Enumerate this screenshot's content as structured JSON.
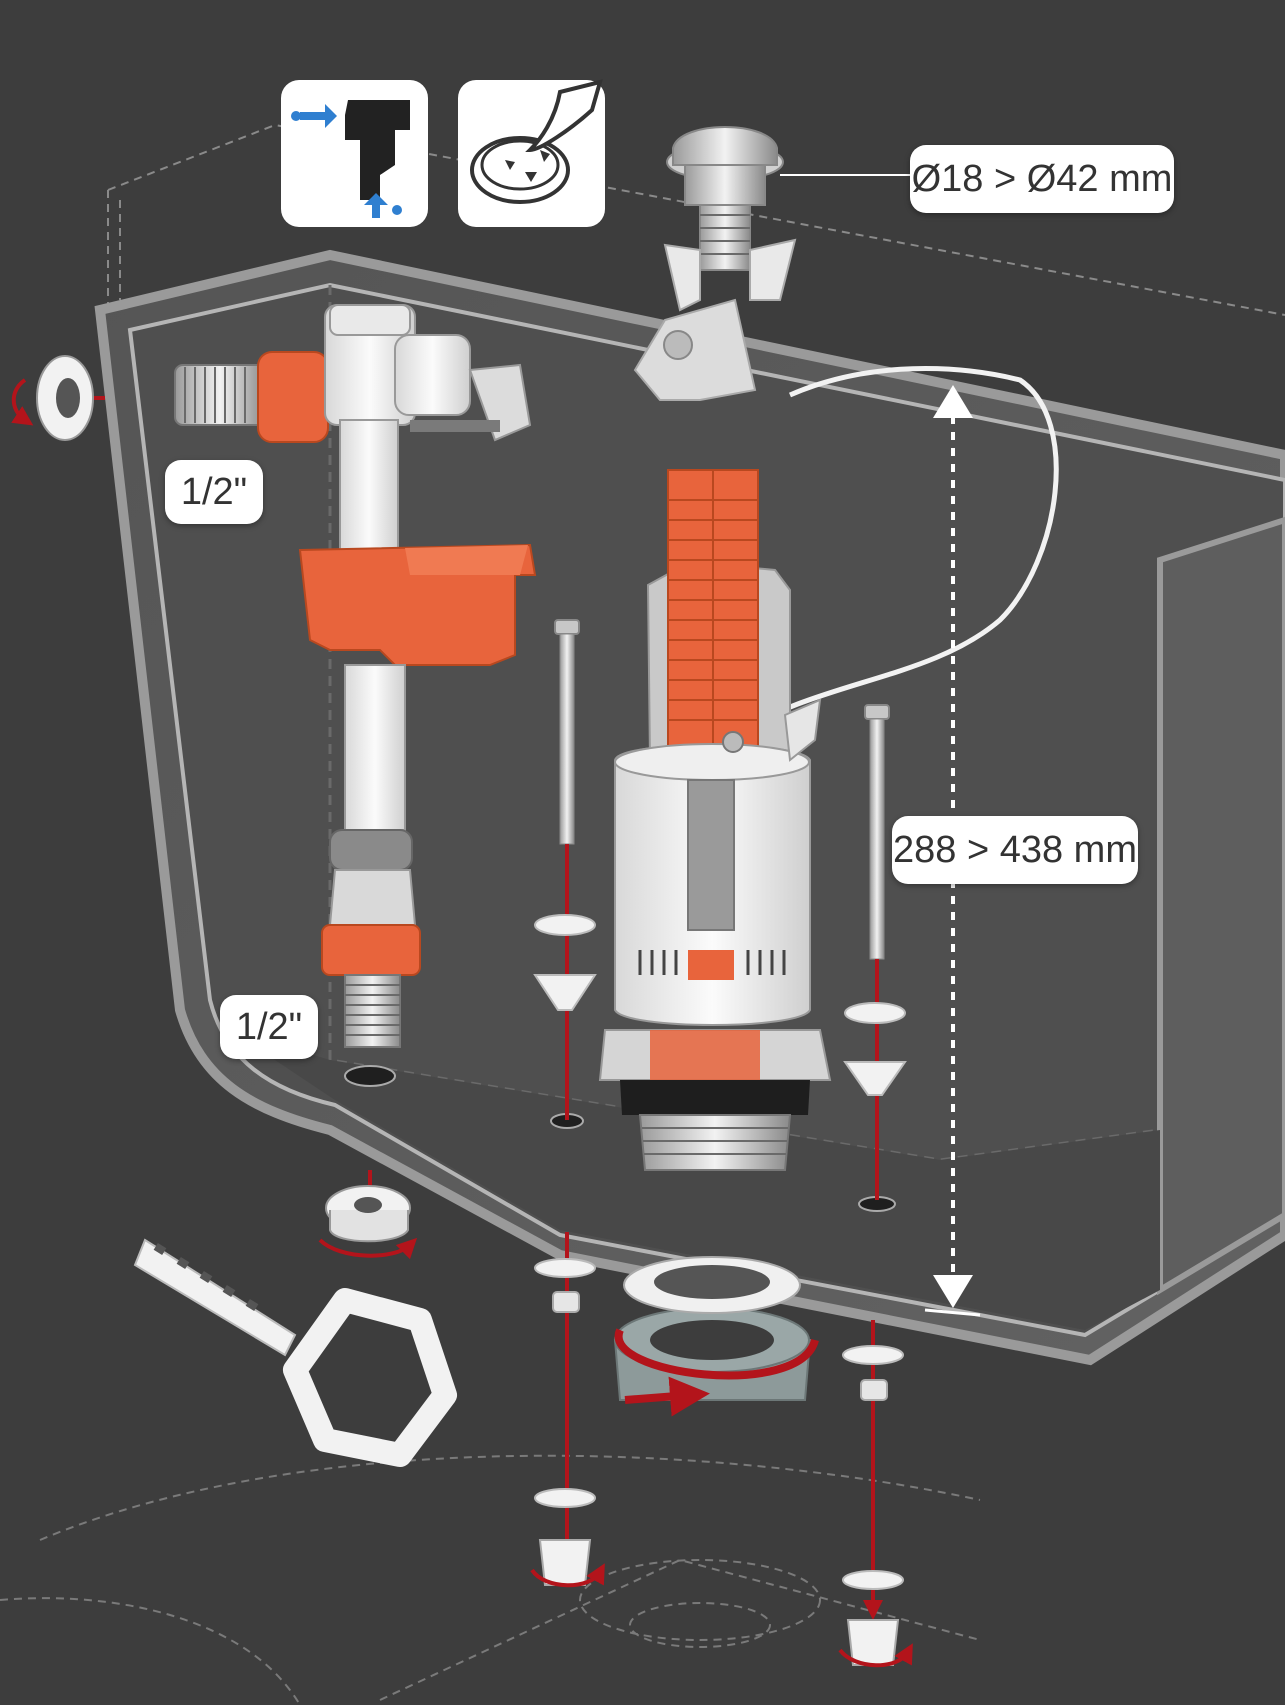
{
  "labels": {
    "button_diameter": "Ø18 > Ø42 mm",
    "height_range": "288 > 438 mm",
    "side_inlet_thread": "1/2\"",
    "bottom_inlet_thread": "1/2\""
  },
  "icons": {
    "inlet_icon": "side-or-bottom-inlet-icon",
    "filter_icon": "filter-cleaning-icon"
  },
  "colors": {
    "background": "#3d3d3d",
    "tank_inner": "#5a5a5a",
    "accent_orange": "#e8643c",
    "red_guide": "#b3141b",
    "water_blue": "#2f7fd0",
    "plastic_white": "#f2f2f2"
  }
}
